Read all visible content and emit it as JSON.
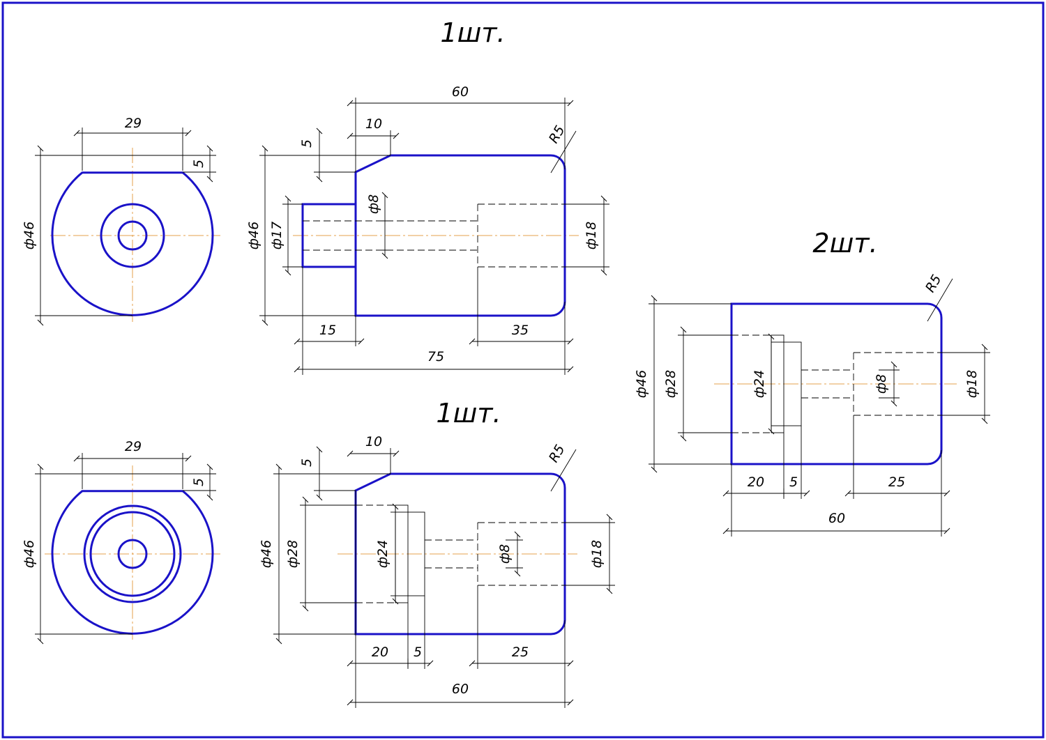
{
  "sheet": {
    "quantities": {
      "top": "1шт.",
      "bottom": "1шт.",
      "right": "2шт."
    },
    "top_row": {
      "end_view": {
        "flat_width": "29",
        "flat_depth": "5",
        "diameter": "ф46"
      },
      "side_view": {
        "overall_body": "60",
        "chamfer_len": "10",
        "chamfer_depth": "5",
        "radius": "R5",
        "diameter": "ф46",
        "spigot_dia": "ф17",
        "bore_small": "ф8",
        "bore_large": "ф18",
        "spigot_len": "15",
        "bore_depth": "35",
        "total_len": "75"
      }
    },
    "bottom_row": {
      "end_view": {
        "flat_width": "29",
        "flat_depth": "5",
        "diameter": "ф46"
      },
      "side_view": {
        "chamfer_len": "10",
        "chamfer_depth": "5",
        "radius": "R5",
        "diameter": "ф46",
        "recess_dia": "ф28",
        "boss_dia": "ф24",
        "bore_small": "ф8",
        "bore_large": "ф18",
        "recess_depth": "20",
        "boss_len": "5",
        "bore_depth": "25",
        "overall": "60"
      }
    },
    "right_part": {
      "radius": "R5",
      "diameter": "ф46",
      "recess_dia": "ф28",
      "boss_dia": "ф24",
      "bore_small": "ф8",
      "bore_large": "ф18",
      "recess_depth": "20",
      "boss_len": "5",
      "bore_depth": "25",
      "overall": "60"
    }
  }
}
